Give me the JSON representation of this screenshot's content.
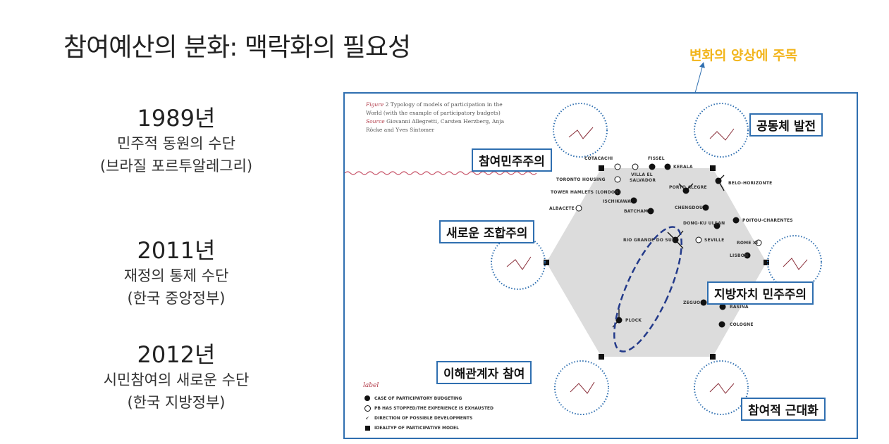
{
  "title": "참여예산의 분화: 맥락화의 필요성",
  "callout": "변화의 양상에 주목",
  "eras": [
    {
      "year": "1989년",
      "line1": "민주적 동원의 수단",
      "line2": "(브라질 포르투알레그리)"
    },
    {
      "year": "2011년",
      "line1": "재정의 통제 수단",
      "line2": "(한국 중앙정부)"
    },
    {
      "year": "2012년",
      "line1": "시민참여의 새로운 수단",
      "line2": "(한국 지방정부)"
    }
  ],
  "figure": {
    "caption": {
      "fig_label": "Figure",
      "text": "2 Typology of models of participation in the World (with the example of participatory budgets)",
      "source_label": "Source",
      "source": "Giovanni Allegretti, Carsten Herzberg, Anja Röcke and Yves Sintomer"
    },
    "models": {
      "participatory_democracy": "참여민주주의",
      "community_development": "공동체 발전",
      "neo_corporatism": "새로운 조합주의",
      "proximity_democracy": "지방자치 민주주의",
      "multistakeholder": "이해관계자 참여",
      "participatory_modernization": "참여적 근대화"
    },
    "cities": {
      "cotacachi": "COTACACHI",
      "fissel": "FISSEL",
      "kerala": "KERALA",
      "villa": "VILLA EL",
      "salvador": "SALVADOR",
      "toronto": "TORONTO HOUSING",
      "tower": "TOWER HAMLETS (LONDON)",
      "ischikawa": "ISCHIKAWA",
      "batcham": "BATCHAM",
      "albacete": "ALBACETE",
      "porto": "PORTO ALEGRE",
      "belo": "BELO-HORIZONTE",
      "chengdou": "CHENGDOU",
      "dong": "DONG-KU ULSAN",
      "poitou": "POITOU-CHARENTES",
      "rio": "RIO GRANDE DO SUL",
      "seville": "SEVILLE",
      "rome": "ROME XI",
      "lisbon": "LISBON",
      "zeguo": "ZEGUO",
      "rasina": "RASINA",
      "cologne": "COLOGNE",
      "plock": "PLOCK"
    },
    "legend": {
      "label": "label",
      "items": [
        "CASE OF PARTICIPATORY BUDGETING",
        "PB HAS STOPPED/THE EXPERIENCE IS EXHAUSTED",
        "DIRECTION OF POSSIBLE DEVELOPMENTS",
        "IDEALTYP OF PARTICIPATIVE MODEL"
      ]
    }
  },
  "colors": {
    "accent": "#f2b51c",
    "frame": "#2f6fb0",
    "hexagon": "#dcdcdc",
    "ellipse": "#233a8a",
    "circle": "#2f6fb0"
  }
}
